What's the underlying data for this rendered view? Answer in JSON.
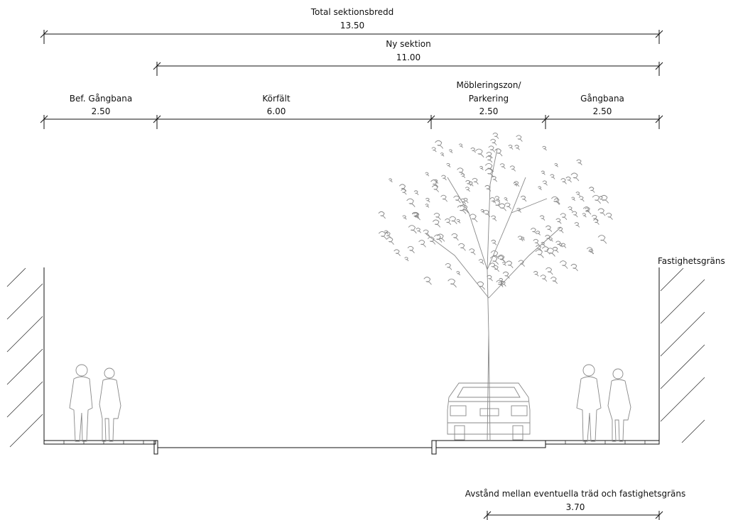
{
  "dimensions": {
    "total": {
      "label": "Total sektionsbredd",
      "value": "13.50"
    },
    "new_section": {
      "label": "Ny sektion",
      "value": "11.00"
    },
    "segments": [
      {
        "label": "Bef. Gångbana",
        "value": "2.50"
      },
      {
        "label": "Körfält",
        "value": "6.00"
      },
      {
        "label_line1": "Möbleringszon/",
        "label_line2": "Parkering",
        "value": "2.50"
      },
      {
        "label": "Gångbana",
        "value": "2.50"
      }
    ],
    "tree_distance": {
      "label": "Avstånd mellan eventuella träd och fastighetsgräns",
      "value": "3.70"
    }
  },
  "annotations": {
    "property_line": "Fastighetsgräns"
  },
  "icons": [
    "tree-icon",
    "car-icon",
    "pedestrian-pair-icon",
    "pedestrian-pair-icon"
  ],
  "colors": {
    "line": "#111111",
    "figure": "#888888"
  }
}
